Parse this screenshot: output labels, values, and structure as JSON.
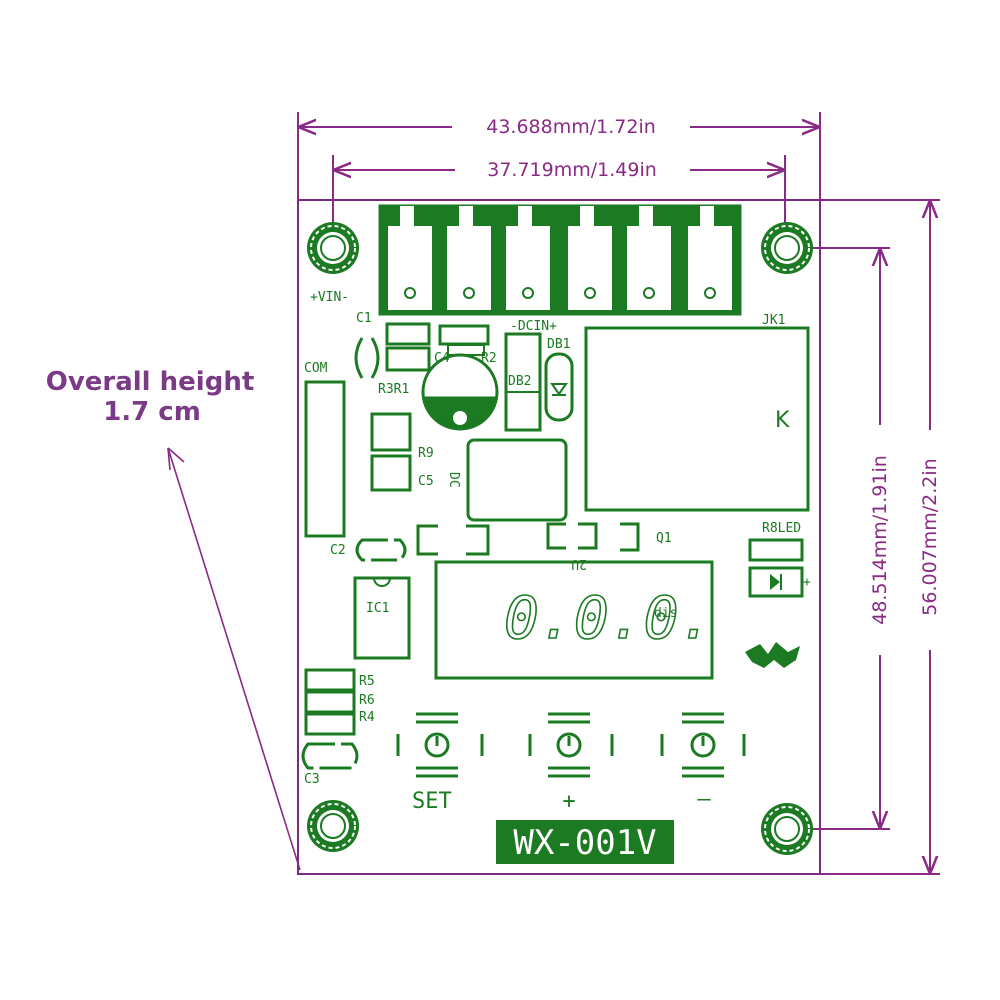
{
  "dimensions": {
    "overall_width": "43.688mm/1.72in",
    "hole_width": "37.719mm/1.49in",
    "hole_height": "48.514mm/1.91in",
    "overall_height_dim": "56.007mm/2.2in"
  },
  "note": {
    "line1": "Overall height",
    "line2": "1.7 cm"
  },
  "board": {
    "labels": {
      "vin": "+VIN-",
      "dcin": "-DCIN+",
      "jk1": "JK1",
      "relay_mark": "K",
      "c1": "C1",
      "c4": "C4",
      "r2": "R2",
      "r3r1": "R3R1",
      "db1": "DB1",
      "db2": "DB2",
      "com": "COM",
      "r9": "R9",
      "c5": "C5",
      "dc": "DC",
      "c2": "C2",
      "q1": "Q1",
      "u2": "2U",
      "r8led": "R8LED",
      "ic1": "IC1",
      "dis": "dis",
      "r5": "R5",
      "r6": "R6",
      "r4": "R4",
      "c3": "C3",
      "plus_mark": "+"
    },
    "display_digits": "0.0.0.",
    "buttons": {
      "set": "SET",
      "plus": "+",
      "minus": "—"
    },
    "model": "WX-001V"
  },
  "colors": {
    "dimension": "#8a2a86",
    "silkscreen": "#1b7a22",
    "outline": "#7b2a82"
  }
}
